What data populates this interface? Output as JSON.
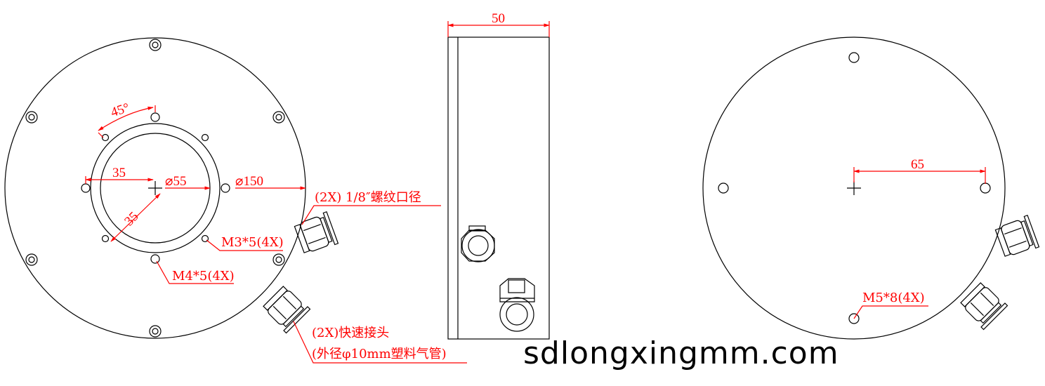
{
  "drawing": {
    "colors": {
      "outline": "#000000",
      "dimension": "#ff0000",
      "background": "#ffffff"
    },
    "front_view": {
      "dimensions": {
        "angle": "45°",
        "horizontal_offset": "35",
        "diagonal_offset": "35",
        "inner_diameter": "⌀55",
        "outer_diameter": "⌀150"
      },
      "notes": {
        "port_thread": "(2X) 1/8″螺纹口径",
        "m3_holes": "M3*5(4X)",
        "m4_holes": "M4*5(4X)",
        "fitting_line1": "(2X)快速接头",
        "fitting_line2": "(外径φ10mm塑料气管)"
      }
    },
    "side_view": {
      "dimensions": {
        "thickness": "50"
      }
    },
    "back_view": {
      "dimensions": {
        "hole_offset": "65"
      },
      "notes": {
        "m5_holes": "M5*8(4X)"
      }
    },
    "watermark": "sdlongxingmm.com"
  }
}
